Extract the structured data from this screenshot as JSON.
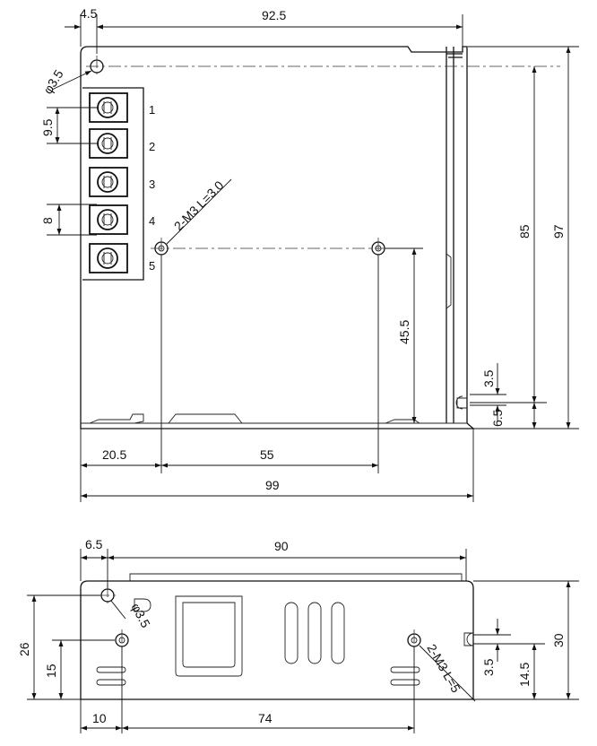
{
  "top_view": {
    "dims": {
      "left_offset": "4.5",
      "width_inner": "92.5",
      "hole_dia": "φ3.5",
      "terminal_pitch": "9.5",
      "terminal_width": "8",
      "mount_callout": "2-M3 L=3.0",
      "height_inner": "85",
      "height_total": "97",
      "mount_height": "45.5",
      "slot_width": "3.5",
      "slot_offset": "6.5",
      "mount_x": "20.5",
      "mount_spacing": "55",
      "width_total": "99"
    },
    "terminals": [
      "1",
      "2",
      "3",
      "4",
      "5"
    ]
  },
  "side_view": {
    "dims": {
      "left_offset": "6.5",
      "length": "90",
      "hole_dia": "φ3.5",
      "mount_callout": "2-M3 L=5",
      "height_left": "26",
      "mount_height": "15",
      "slot_width": "3.5",
      "slot_height": "14.5",
      "height_total": "30",
      "mount_x": "10",
      "mount_spacing": "74"
    }
  }
}
